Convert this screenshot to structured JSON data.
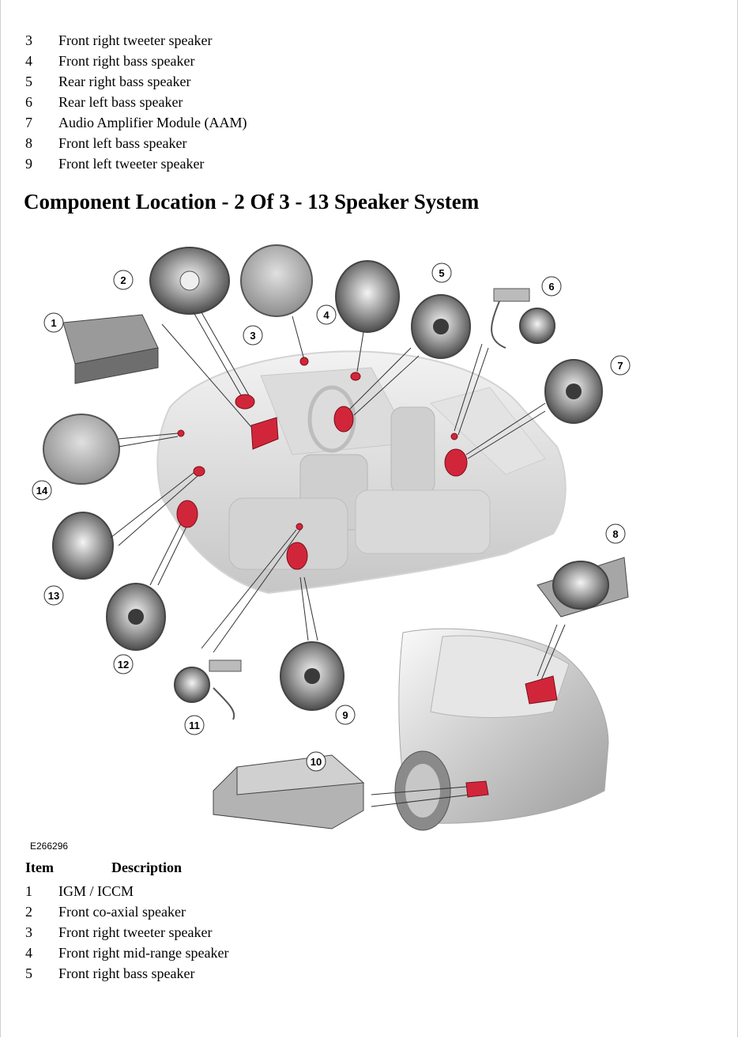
{
  "top_list": [
    {
      "num": "3",
      "label": "Front right tweeter speaker"
    },
    {
      "num": "4",
      "label": "Front right bass speaker"
    },
    {
      "num": "5",
      "label": "Rear right bass speaker"
    },
    {
      "num": "6",
      "label": "Rear left bass speaker"
    },
    {
      "num": "7",
      "label": "Audio Amplifier Module (AAM)"
    },
    {
      "num": "8",
      "label": "Front left bass speaker"
    },
    {
      "num": "9",
      "label": "Front left tweeter speaker"
    }
  ],
  "heading": "Component Location - 2 Of 3 - 13 Speaker System",
  "figure": {
    "id": "E266296",
    "callouts": [
      "1",
      "2",
      "3",
      "4",
      "5",
      "6",
      "7",
      "8",
      "9",
      "10",
      "11",
      "12",
      "13",
      "14"
    ]
  },
  "table": {
    "item_header": "Item",
    "description_header": "Description",
    "rows": [
      {
        "num": "1",
        "label": "IGM / ICCM"
      },
      {
        "num": "2",
        "label": "Front co-axial speaker"
      },
      {
        "num": "3",
        "label": "Front right tweeter speaker"
      },
      {
        "num": "4",
        "label": "Front right mid-range speaker"
      },
      {
        "num": "5",
        "label": "Front right bass speaker"
      }
    ]
  },
  "colors": {
    "highlight": "#d1263a",
    "part_gray": "#b8b8b8",
    "outline": "#555555"
  }
}
